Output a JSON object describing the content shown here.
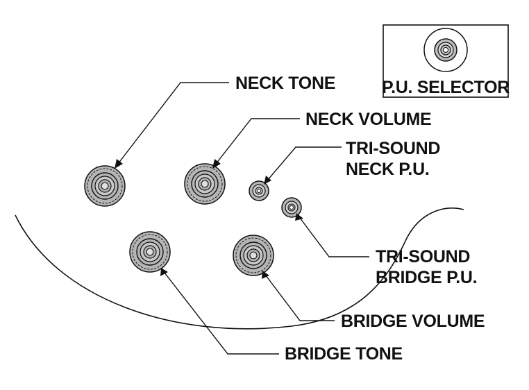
{
  "labels": {
    "neck_tone": "NECK TONE",
    "neck_volume": "NECK VOLUME",
    "tri_sound_neck_line1": "TRI-SOUND",
    "tri_sound_neck_line2": "NECK P.U.",
    "tri_sound_bridge_line1": "TRI-SOUND",
    "tri_sound_bridge_line2": "BRIDGE P.U.",
    "bridge_volume": "BRIDGE VOLUME",
    "bridge_tone": "BRIDGE TONE",
    "pu_selector": "P.U. SELECTOR"
  },
  "colors": {
    "line": "#111111",
    "knob_fill": "#b5b5b5",
    "knob_center": "#d0d0d0",
    "background": "#ffffff"
  },
  "icons": {
    "knob": "control-knob-icon",
    "mini_switch": "mini-switch-icon",
    "selector_switch": "selector-switch-icon"
  }
}
